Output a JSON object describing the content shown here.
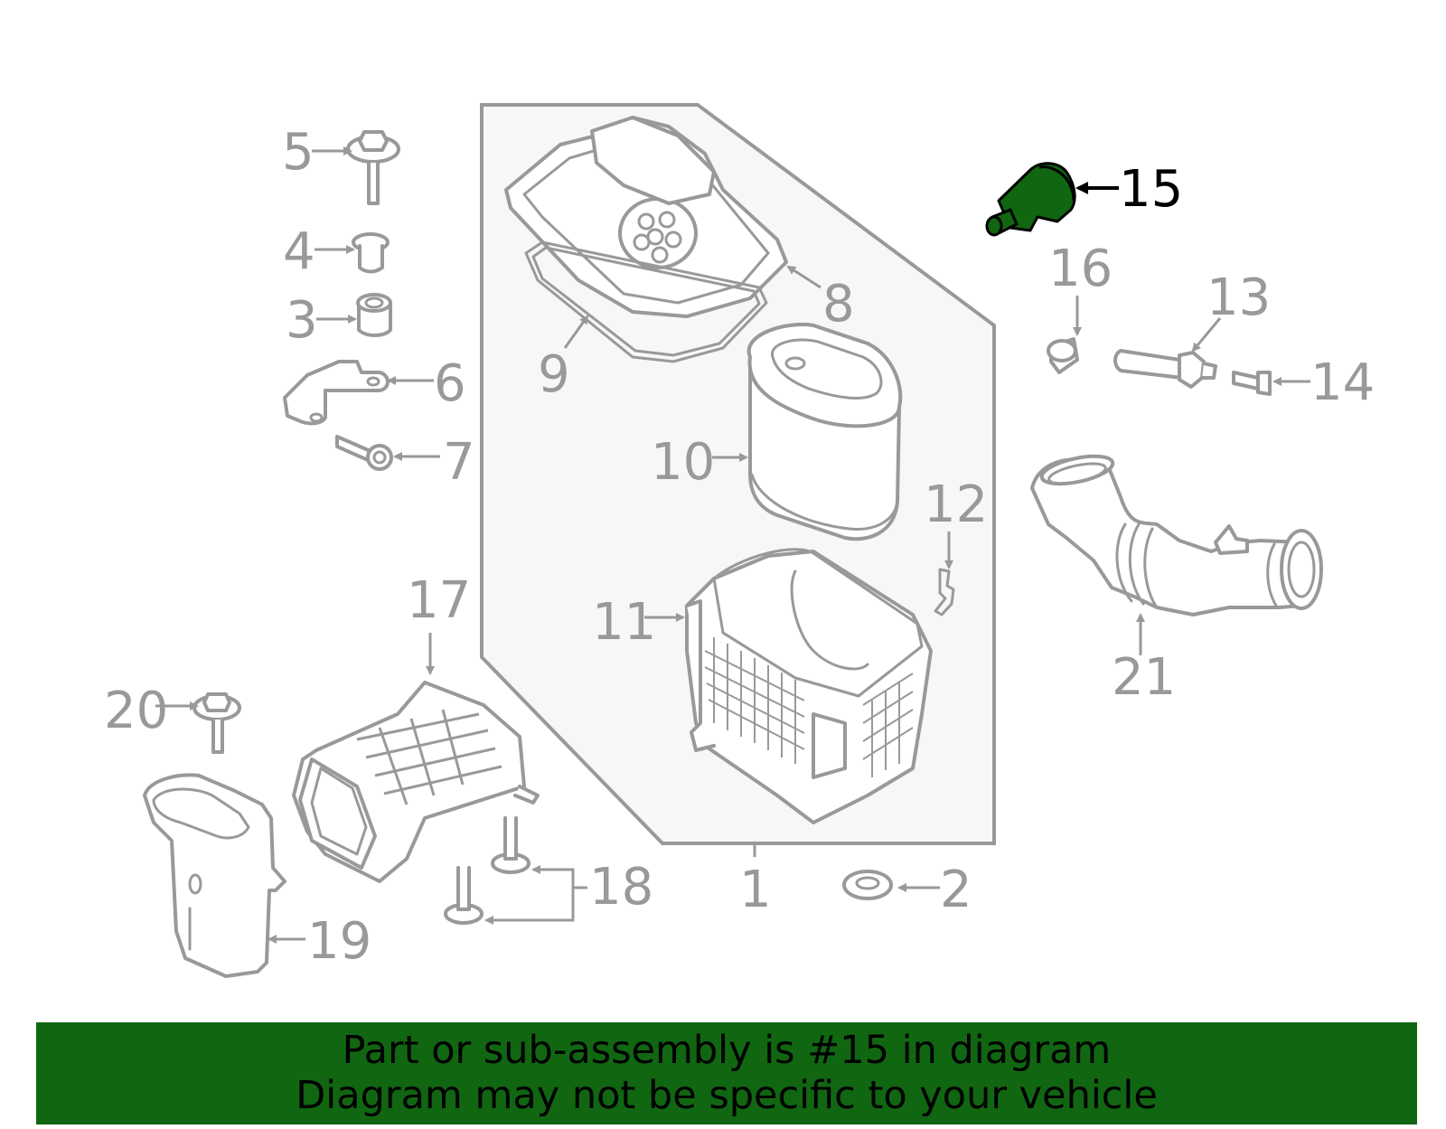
{
  "colors": {
    "highlight_part": "#116611",
    "banner_background": "#116611",
    "line_gray": "#999999",
    "box_fill": "#f7f7f7",
    "label_highlight": "#000000"
  },
  "highlighted_part": "15",
  "callouts": {
    "c1": "1",
    "c2": "2",
    "c3": "3",
    "c4": "4",
    "c5": "5",
    "c6": "6",
    "c7": "7",
    "c8": "8",
    "c9": "9",
    "c10": "10",
    "c11": "11",
    "c12": "12",
    "c13": "13",
    "c14": "14",
    "c15": "15",
    "c16": "16",
    "c17": "17",
    "c18": "18",
    "c19": "19",
    "c20": "20",
    "c21": "21"
  },
  "banner": {
    "line1": "Part or sub-assembly is #15 in diagram",
    "line2": "Diagram may not be specific to your vehicle"
  }
}
